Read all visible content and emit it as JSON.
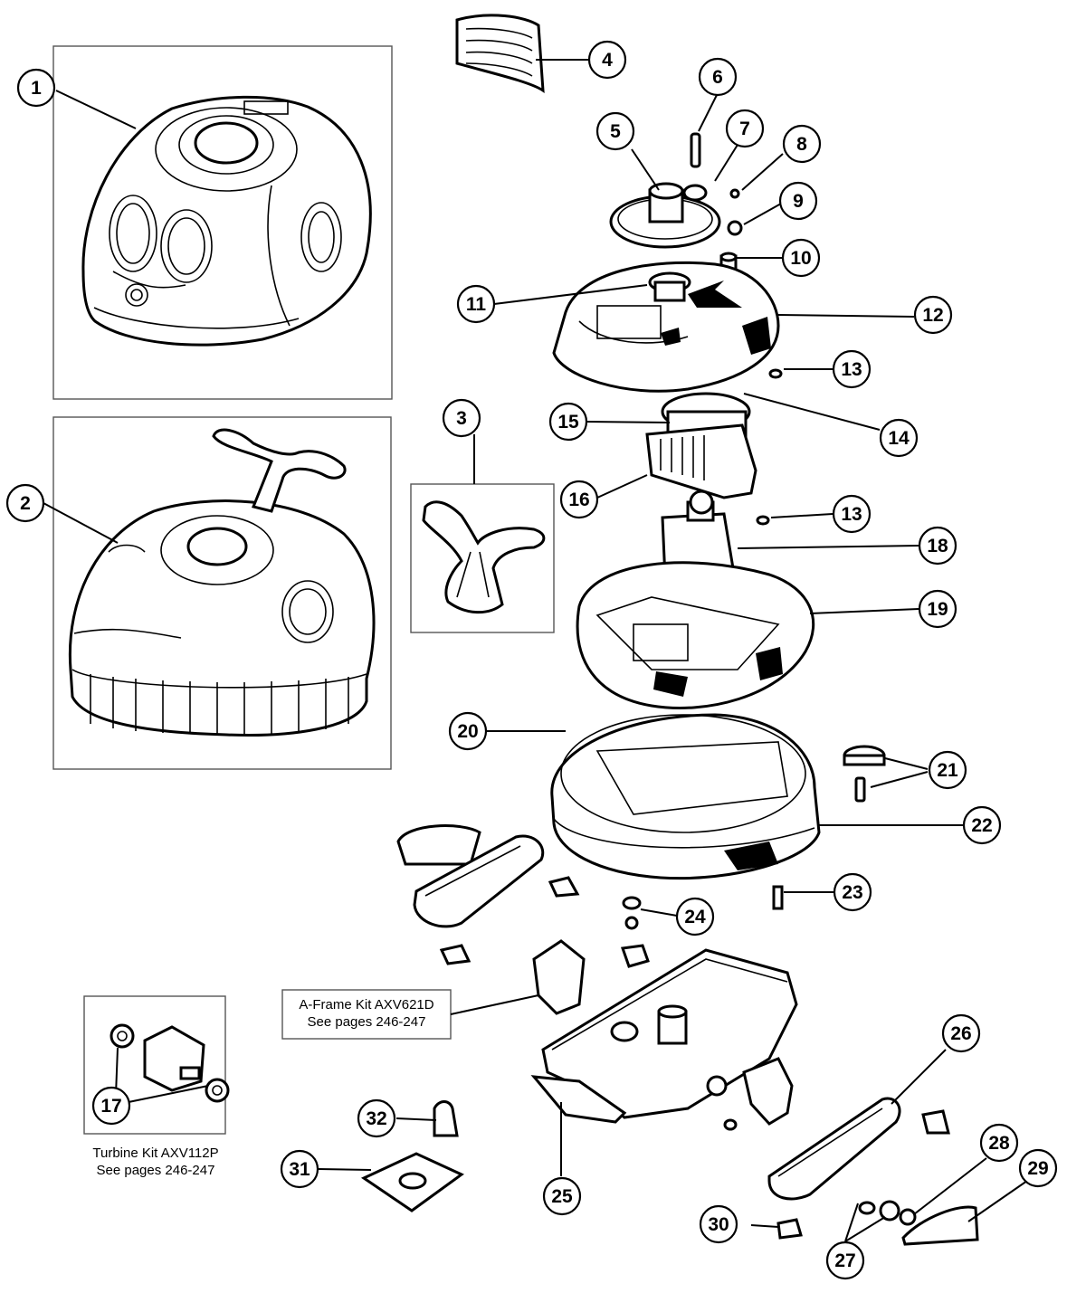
{
  "callouts": [
    "1",
    "2",
    "3",
    "4",
    "5",
    "6",
    "7",
    "8",
    "9",
    "10",
    "11",
    "12",
    "13",
    "13",
    "14",
    "15",
    "16",
    "17",
    "18",
    "19",
    "20",
    "21",
    "22",
    "23",
    "24",
    "25",
    "26",
    "27",
    "28",
    "29",
    "30",
    "31",
    "32"
  ],
  "kits": {
    "aframe": {
      "line1": "A-Frame Kit AXV621D",
      "line2": "See pages 246-247"
    },
    "turbine": {
      "line1": "Turbine Kit AXV112P",
      "line2": "See pages 246-247"
    }
  }
}
